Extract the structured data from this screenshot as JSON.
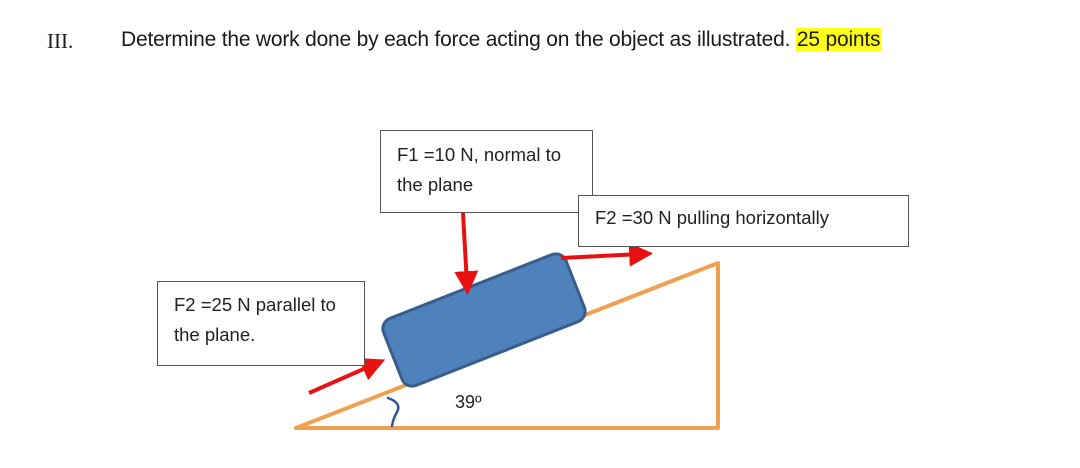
{
  "question": {
    "number": "III.",
    "text": "Determine the work done by each force acting on the object as illustrated.",
    "points": "25 points",
    "points_highlight_color": "#ffff1a"
  },
  "diagram": {
    "incline_angle": "39º",
    "incline_color": "#f0a050",
    "block_color": "#4f81bd",
    "block_border_color": "#385d8a",
    "arrow_color": "#e81010",
    "labels": {
      "f1": {
        "line1": "F1 =10 N, normal to",
        "line2": "the plane"
      },
      "f2_horizontal": {
        "line1": "F2 =30 N pulling horizontally"
      },
      "f2_parallel": {
        "line1": "F2 =25 N parallel to",
        "line2": "the plane."
      }
    }
  }
}
